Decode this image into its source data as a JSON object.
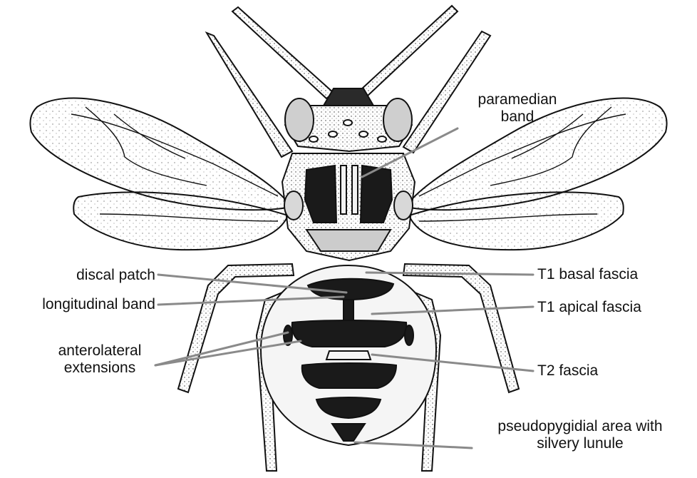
{
  "colors": {
    "ink": "#111111",
    "leader": "#8a8a8a",
    "wing_fill": "#f4f4f4",
    "body_fill": "#ececec",
    "dark_mark": "#1a1a1a",
    "light_mark": "#fafafa"
  },
  "labels": {
    "paramedian_line1": "paramedian",
    "paramedian_line2": "band",
    "discal_patch": "discal patch",
    "longitudinal_band": "longitudinal band",
    "anterolateral_line1": "anterolateral",
    "anterolateral_line2": "extensions",
    "t1_basal_fascia": "T1 basal fascia",
    "t1_apical_fascia": "T1 apical fascia",
    "t2_fascia": "T2 fascia",
    "pseudopygidial_line1": "pseudopygidial area with",
    "pseudopygidial_line2": "silvery lunule"
  }
}
